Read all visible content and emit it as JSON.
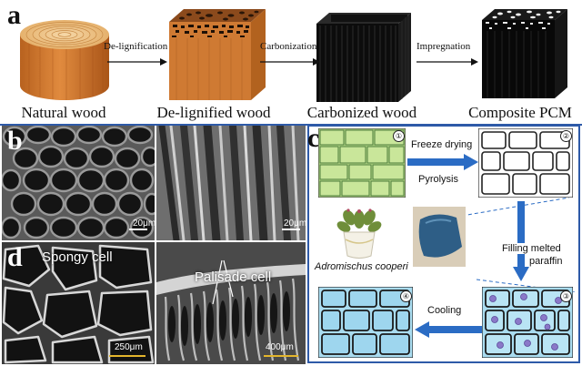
{
  "panel_a": {
    "label": "a",
    "stages": [
      "Natural wood",
      "De-lignified wood",
      "Carbonized wood",
      "Composite PCM"
    ],
    "arrows": [
      "De-lignification",
      "Carbonization",
      "Impregnation"
    ]
  },
  "panel_b": {
    "label": "b",
    "scales": [
      "20μm",
      "20μm"
    ]
  },
  "panel_c": {
    "label": "c",
    "steps": [
      "①",
      "②",
      "③",
      "④"
    ],
    "arrow_freeze": "Freeze drying",
    "arrow_pyrolysis": "Pyrolysis",
    "arrow_filling_1": "Filling melted",
    "arrow_filling_2": "paraffin",
    "arrow_cooling": "Cooling",
    "plant_name": "Adromischus cooperi"
  },
  "panel_d": {
    "label": "d",
    "spongy_label": "Spongy cell",
    "palisade_label": "Palisade cell",
    "scales": [
      "250μm",
      "400μm"
    ]
  },
  "colors": {
    "frame_blue": "#2e5aa8",
    "arrow_blue": "#2b6cc4",
    "cell_green": "#b9dc8a",
    "cell_cyan": "#a9dcf0",
    "pcm_dot": "#8a78c8",
    "wood_orange": "#d9823b"
  }
}
